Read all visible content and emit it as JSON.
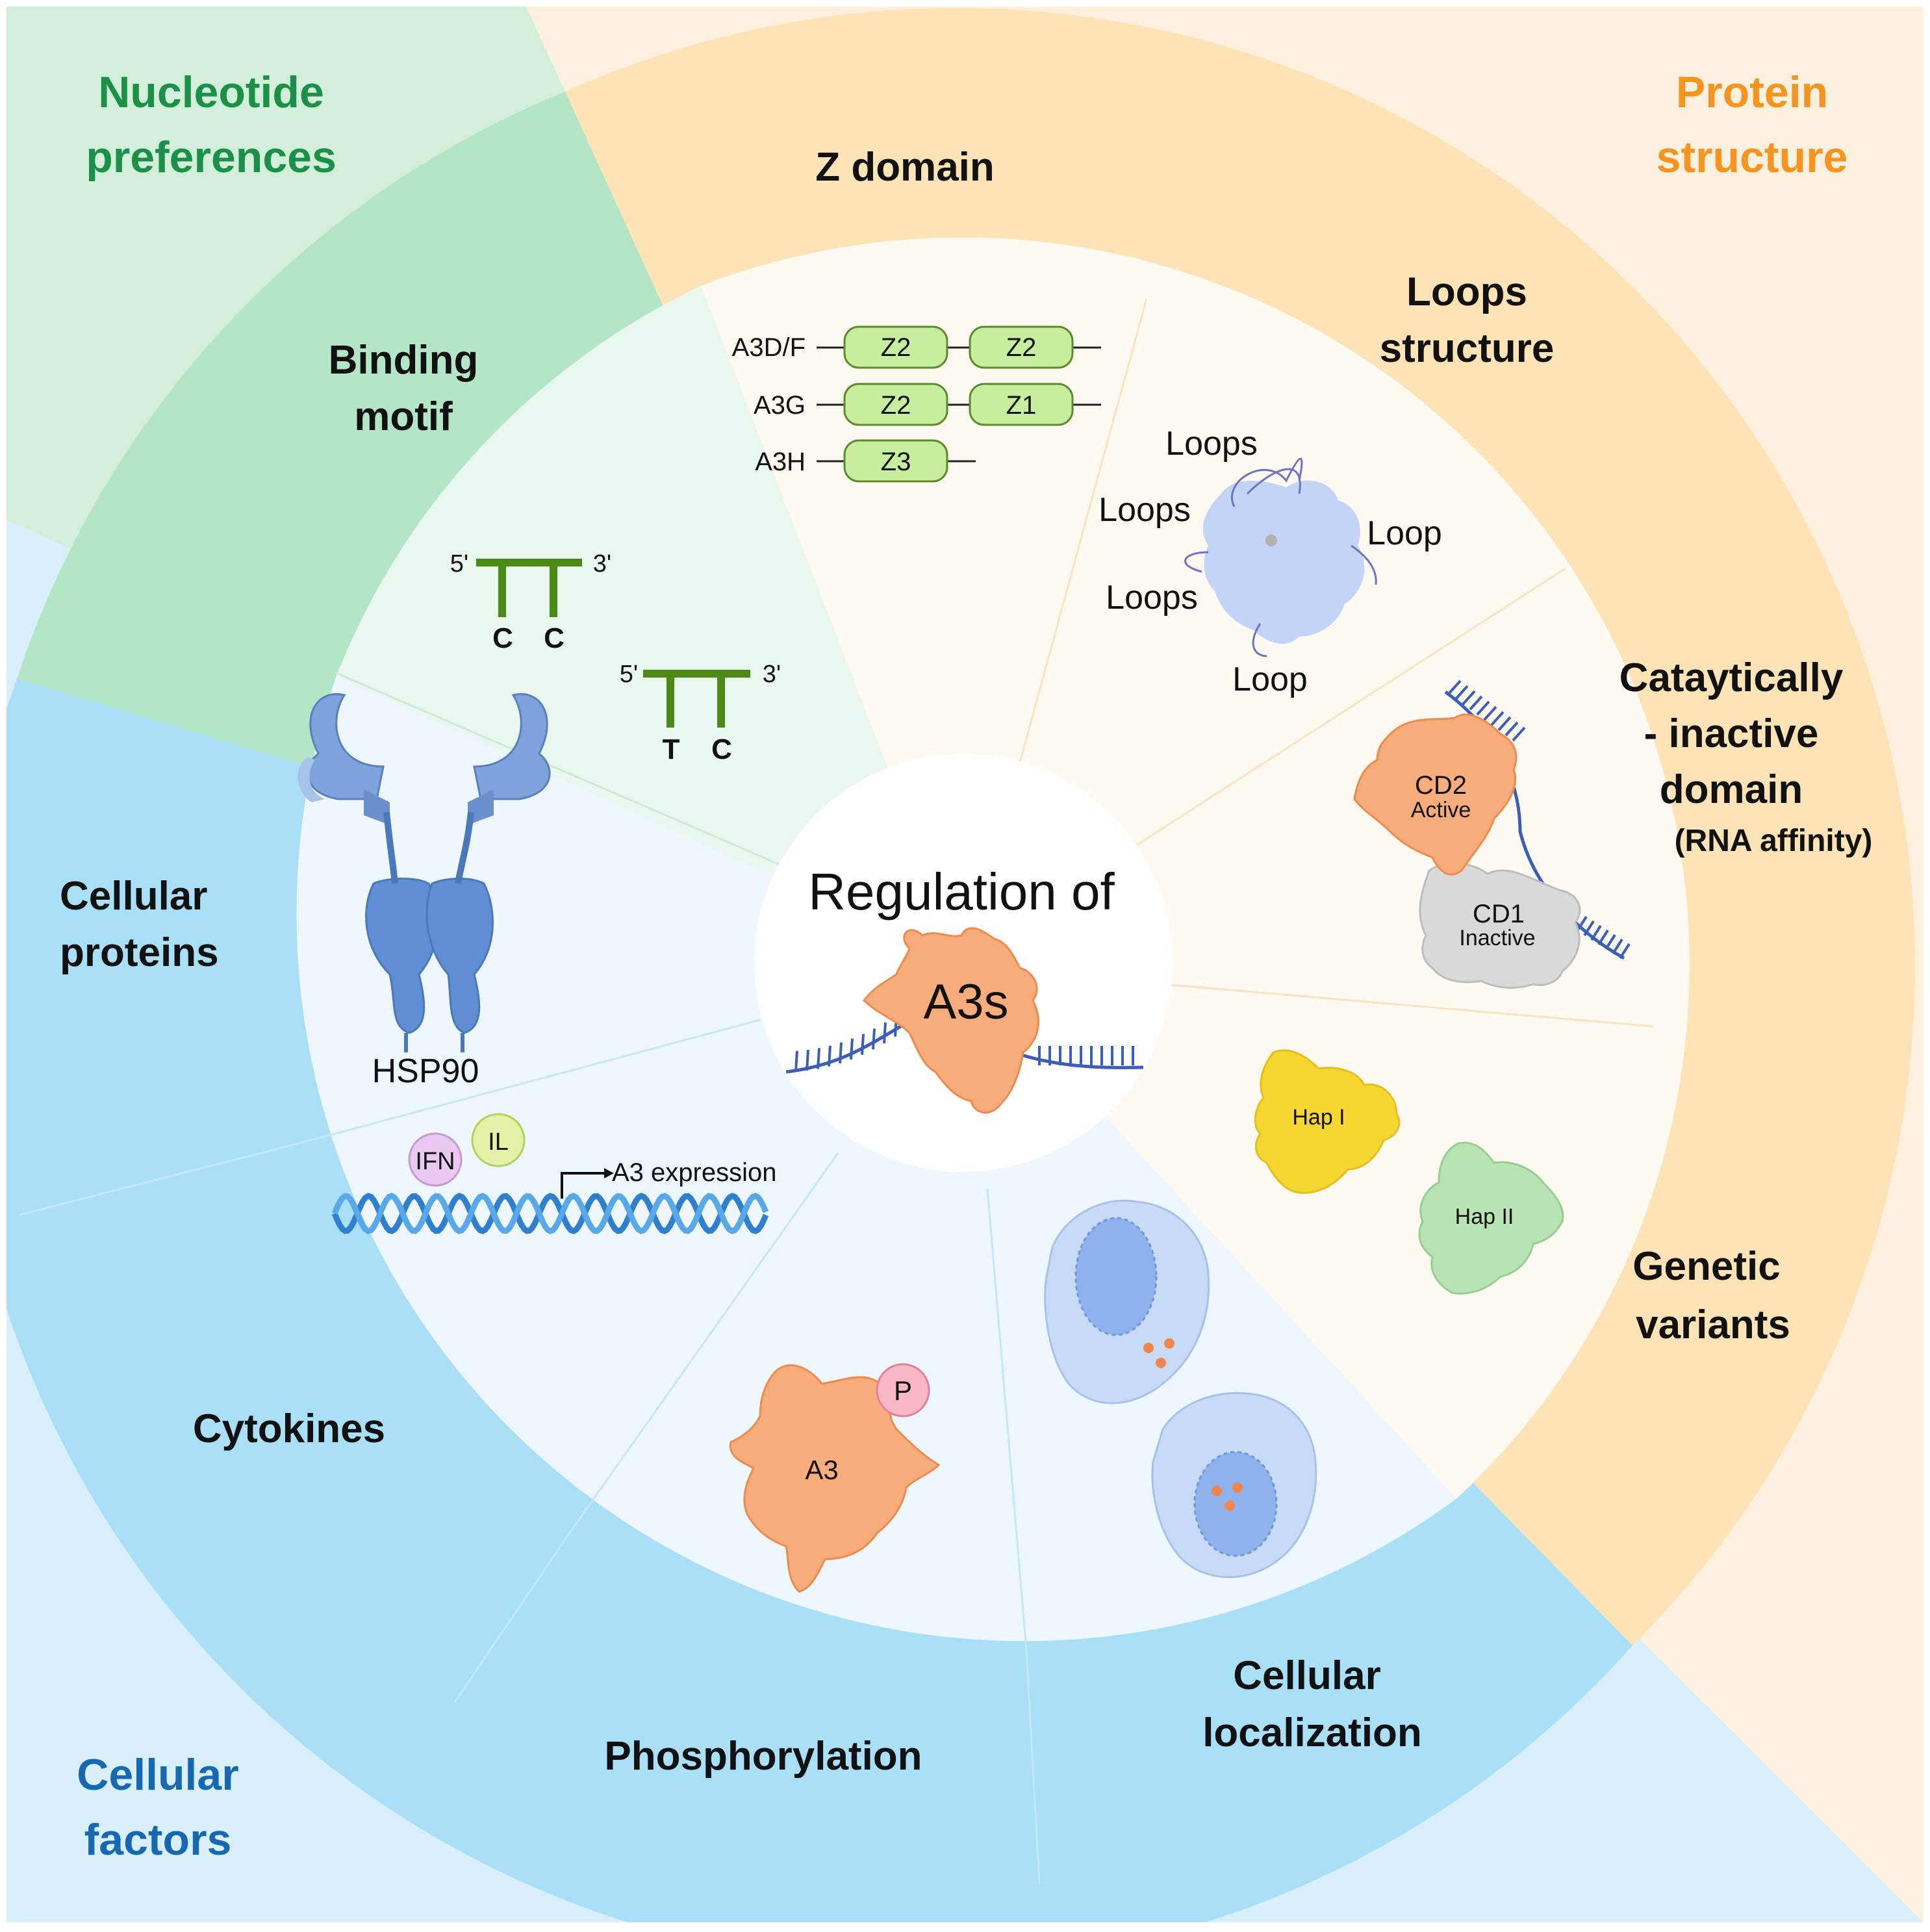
{
  "categories": {
    "nucleotide": {
      "line1": "Nucleotide",
      "line2": "preferences",
      "color": "#1a9146"
    },
    "protein": {
      "line1": "Protein",
      "line2": "structure",
      "color": "#f5941f"
    },
    "cellular": {
      "line1": "Cellular",
      "line2": "factors",
      "color": "#1668b3"
    }
  },
  "subcategories": {
    "z_domain": "Z domain",
    "loops_structure": {
      "line1": "Loops",
      "line2": "structure"
    },
    "catalytically_inactive": {
      "line1": "Cataytically",
      "line2": "- inactive",
      "line3": "domain",
      "line4": "(RNA affinity)"
    },
    "genetic_variants": {
      "line1": "Genetic",
      "line2": "variants"
    },
    "binding_motif": {
      "line1": "Binding",
      "line2": "motif"
    },
    "cellular_proteins": {
      "line1": "Cellular",
      "line2": "proteins"
    },
    "cytokines": "Cytokines",
    "phosphorylation": "Phosphorylation",
    "cellular_localization": {
      "line1": "Cellular",
      "line2": "localization"
    }
  },
  "center": {
    "title": "Regulation of",
    "protein": "A3s"
  },
  "z_domains": [
    {
      "name": "A3D/F",
      "domains": [
        "Z2",
        "Z2"
      ]
    },
    {
      "name": "A3G",
      "domains": [
        "Z2",
        "Z1"
      ]
    },
    {
      "name": "A3H",
      "domains": [
        "Z3"
      ]
    }
  ],
  "loops_labels": [
    "Loops",
    "Loops",
    "Loops",
    "Loop",
    "Loop"
  ],
  "binding_motifs": [
    {
      "five": "5'",
      "three": "3'",
      "bases": [
        "C",
        "C"
      ]
    },
    {
      "five": "5'",
      "three": "3'",
      "bases": [
        "T",
        "C"
      ]
    }
  ],
  "hsp90": "HSP90",
  "cytokine_labels": {
    "ifn": "IFN",
    "il": "IL",
    "expression": "A3 expression"
  },
  "phospho": {
    "protein": "A3",
    "p": "P"
  },
  "cd_domains": {
    "cd2": {
      "name": "CD2",
      "state": "Active"
    },
    "cd1": {
      "name": "CD1",
      "state": "Inactive"
    }
  },
  "haplotypes": [
    "Hap I",
    "Hap II"
  ],
  "colors": {
    "green_outer": "#d3efdc",
    "green_mid": "#b3e6c6",
    "green_inner": "#eaf7ee",
    "orange_outer": "#fdf0de",
    "orange_mid": "#fde3b6",
    "orange_inner": "#fffaf1",
    "blue_outer": "#d9effc",
    "blue_mid": "#aadff8",
    "blue_inner": "#eef7fd",
    "a3_orange": "#f7ac7c",
    "dna_blue": "#3b5fb8"
  }
}
